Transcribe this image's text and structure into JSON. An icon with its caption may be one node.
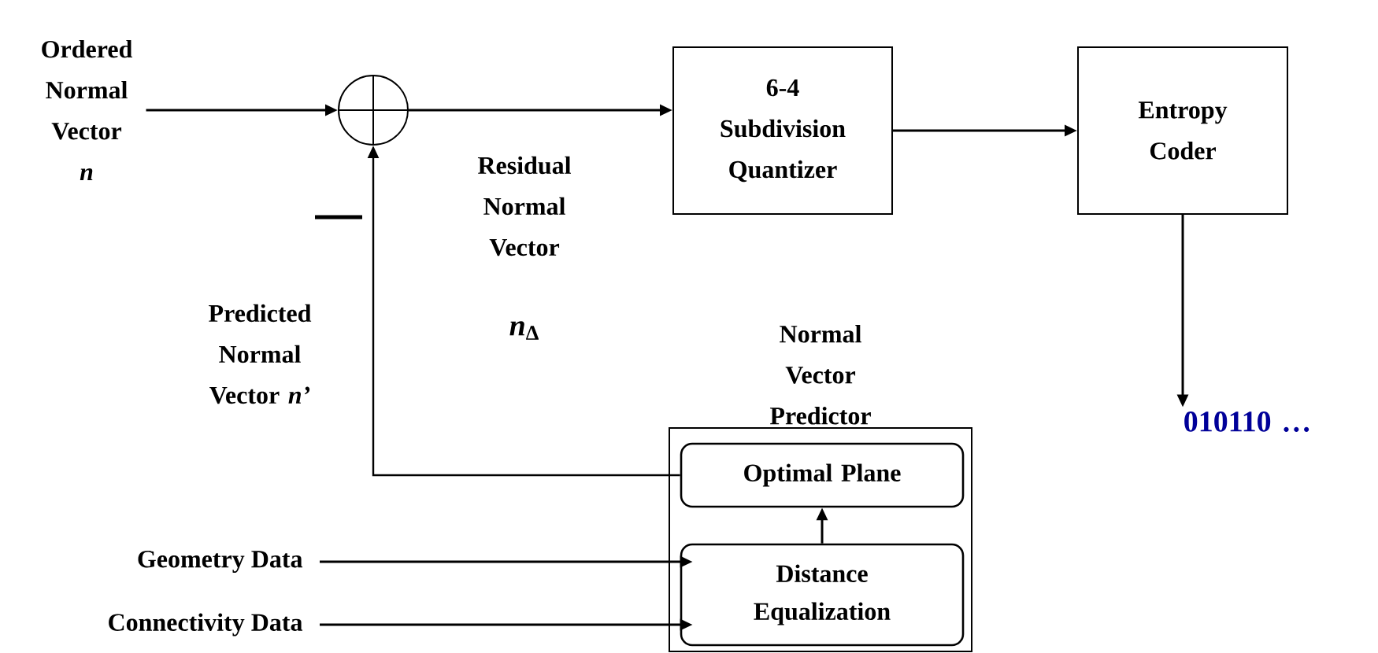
{
  "diagram": {
    "nodes": [
      {
        "text": [
          "Ordered Normal Vector",
          "n"
        ]
      },
      {
        "text": [],
        "shape": "circle"
      },
      {
        "text": [
          "6-4 Subdivision Quantizer"
        ]
      },
      {
        "text": [
          "Entropy Coder"
        ]
      },
      {
        "text": [
          "010110 …"
        ]
      },
      {
        "text": [
          "Normal Vector Predictor"
        ]
      },
      {
        "text": [
          "Optimal Plane"
        ],
        "in": 5
      },
      {
        "text": [
          "Distance Equalization"
        ],
        "in": 5
      },
      {
        "text": [
          "Geometry Data"
        ]
      },
      {
        "text": [
          "Connectivity Data"
        ]
      }
    ],
    "edges": [
      {
        "from": 0,
        "to": 1,
        "arrow": "to"
      },
      {
        "from": 1,
        "to": 2,
        "arrow": "to",
        "label": "Residual Normal Vector"
      },
      {
        "from": 2,
        "to": 3,
        "arrow": "to"
      },
      {
        "from": 3,
        "to": 4,
        "arrow": "to"
      },
      {
        "from": 6,
        "to": 1,
        "arrow": "to",
        "label": "Predicted Normal Vector *n’*"
      },
      {
        "from": 8,
        "to": 7,
        "arrow": "to"
      },
      {
        "from": 9,
        "to": 7,
        "arrow": "to"
      },
      {
        "from": 7,
        "to": 6,
        "arrow": "to"
      }
    ],
    "labels": [
      "*n*$_{Δ}$"
    ]
  }
}
